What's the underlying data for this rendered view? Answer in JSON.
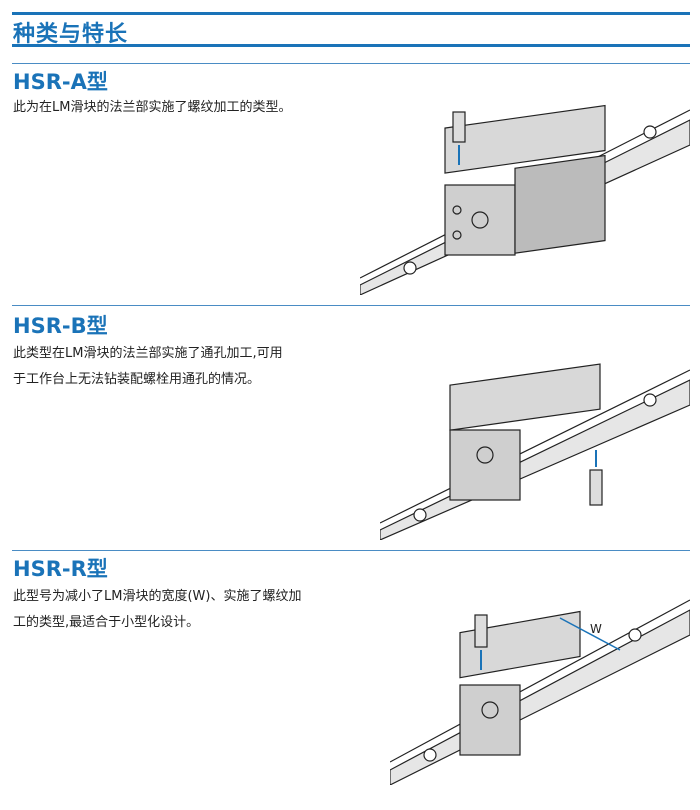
{
  "header": {
    "title": "种类与特长"
  },
  "sections": [
    {
      "heading": "HSR-A型",
      "desc": [
        "此为在LM滑块的法兰部实施了螺纹加工的类型。"
      ]
    },
    {
      "heading": "HSR-B型",
      "desc": [
        "此类型在LM滑块的法兰部实施了通孔加工,可用",
        "于工作台上无法钻装配螺栓用通孔的情况。"
      ]
    },
    {
      "heading": "HSR-R型",
      "desc": [
        "此型号为减小了LM滑块的宽度(W)、实施了螺纹加",
        "工的类型,最适合于小型化设计。"
      ],
      "dimension_label": "W"
    }
  ],
  "colors": {
    "accent": "#1a73b8"
  }
}
